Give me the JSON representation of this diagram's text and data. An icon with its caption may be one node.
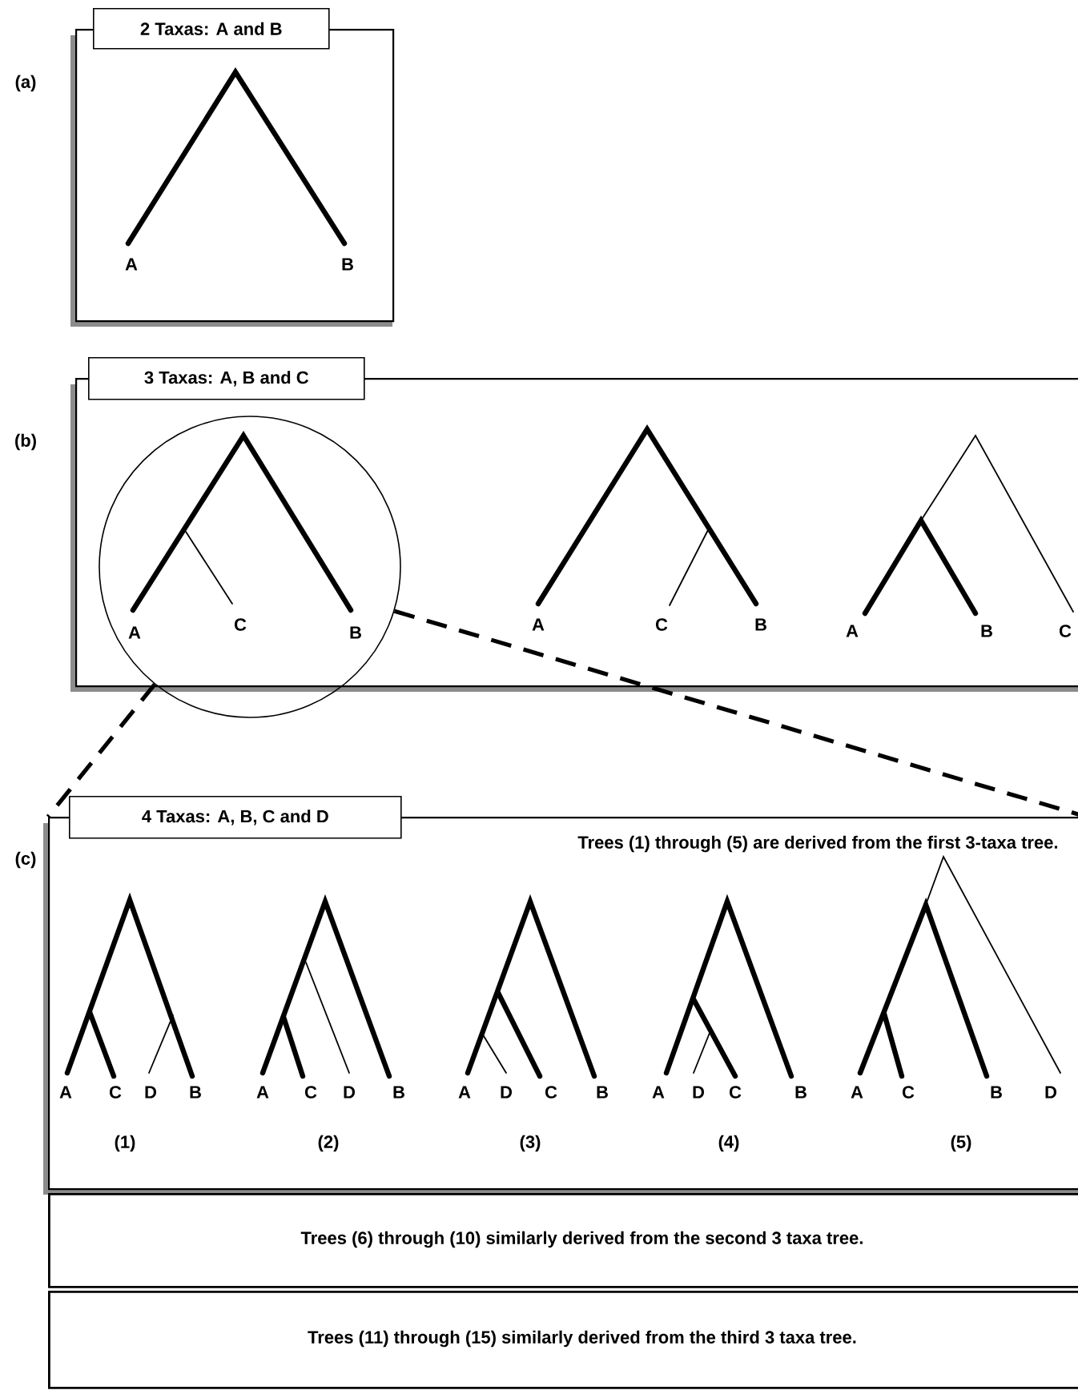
{
  "diagram": {
    "nodes": [
      {
        "text": [
          "2 Taxas: A and B"
        ]
      },
      {
        "text": [
          "3 Taxas: A, B and C"
        ]
      },
      {
        "text": [],
        "shape": "circle",
        "in": 1
      },
      {
        "text": [
          "4 Taxas: A, B, C and D",
          "Trees (1) through (5) are derived from the first 3-taxa tree."
        ]
      },
      {
        "text": [
          "Trees (6) through (10) similarly derived from the second 3 taxa tree."
        ]
      },
      {
        "text": [
          "Trees (11) through (15) similarly derived from the third 3 taxa tree."
        ]
      }
    ],
    "edges": [
      {
        "from": 2,
        "to": 3,
        "arrow": "none",
        "style": "dashed"
      },
      {
        "from": 2,
        "to": 3,
        "arrow": "none",
        "style": "dashed"
      }
    ],
    "labels": [
      "(a)",
      "A",
      "B",
      "(b)",
      "A",
      "C",
      "B",
      "A",
      "C",
      "B",
      "A",
      "B",
      "C",
      "(c)",
      "A",
      "C",
      "D",
      "B",
      "A",
      "C",
      "D",
      "B",
      "A",
      "D",
      "C",
      "B",
      "A",
      "D",
      "C",
      "B",
      "A",
      "C",
      "B",
      "D",
      "(1)",
      "(2)",
      "(3)",
      "(4)",
      "(5)"
    ]
  }
}
